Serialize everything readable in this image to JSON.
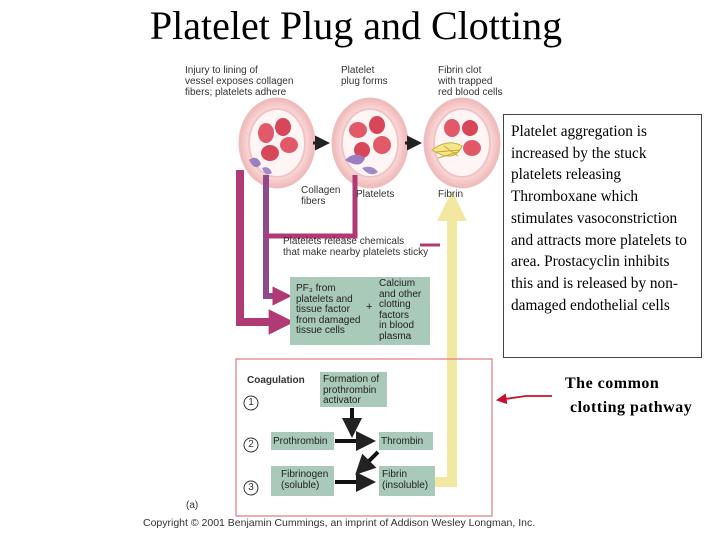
{
  "title": "Platelet Plug and Clotting",
  "steps": {
    "step1": [
      "Injury to lining of",
      "vessel exposes collagen",
      "fibers; platelets adhere"
    ],
    "step2": [
      "Platelet",
      "plug forms"
    ],
    "step3": [
      "Fibrin clot",
      "with trapped",
      "red blood cells"
    ]
  },
  "labels": {
    "collagen": [
      "Collagen",
      "fibers"
    ],
    "platelets": "Platelets",
    "fibrin": "Fibrin",
    "release": [
      "Platelets release chemicals",
      "that make nearby platelets sticky"
    ],
    "pf3": [
      "PF₃ from",
      "platelets and",
      "tissue factor",
      "from damaged",
      "tissue cells"
    ],
    "plus": "+",
    "calcium": [
      "Calcium",
      "and other",
      "clotting",
      "factors",
      "in blood",
      "plasma"
    ],
    "coagulation": "Coagulation",
    "formation": [
      "Formation of",
      "prothrombin",
      "activator"
    ],
    "n1": "1",
    "n2": "2",
    "n3": "3",
    "prothrombin": "Prothrombin",
    "thrombin": "Thrombin",
    "fibrinogen": [
      "Fibrinogen",
      "(soluble)"
    ],
    "fibrin_insoluble": [
      "Fibrin",
      "(insoluble)"
    ],
    "panel": "(a)"
  },
  "note": "Platelet aggregation is increased by the stuck platelets releasing Thromboxane which stimulates vasoconstriction and attracts more platelets to area.  Prostacyclin inhibits this and is released by non-damaged endothelial cells",
  "common": [
    "The common",
    "clotting pathway"
  ],
  "copyright": "Copyright © 2001 Benjamin Cummings, an imprint of Addison Wesley Longman, Inc.",
  "colors": {
    "green_box": "#a9c9b9",
    "red_arrow": "#c8102e",
    "magenta_arrow": "#b03a74",
    "yellow_arrow": "#f3e8a2",
    "coag_frame": "#d97b86"
  }
}
